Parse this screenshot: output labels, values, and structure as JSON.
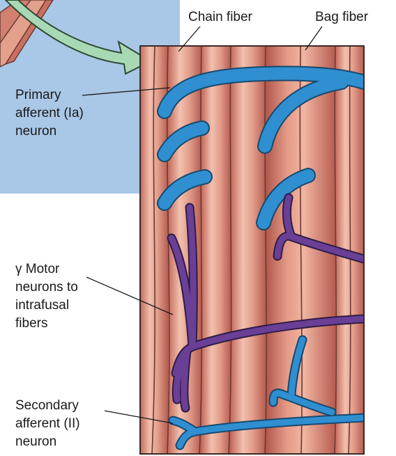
{
  "labels": {
    "chain_fiber": "Chain fiber",
    "bag_fiber": "Bag fiber",
    "primary_afferent": [
      "Primary",
      "afferent (Ia)",
      "neuron"
    ],
    "gamma_motor": [
      "γ Motor",
      "neurons to",
      "intrafusal",
      "fibers"
    ],
    "secondary_afferent": [
      "Secondary",
      "afferent (II)",
      "neuron"
    ]
  },
  "colors": {
    "background_panel": "#a9c7e6",
    "muscle_base": "#d98876",
    "muscle_dark": "#b65c50",
    "muscle_light": "#f3c3b2",
    "afferent_nerve": "#2f8fd0",
    "motor_nerve": "#6a3f96",
    "pointer_arrow": "#a9d9b4",
    "outline": "#3a2a28"
  }
}
